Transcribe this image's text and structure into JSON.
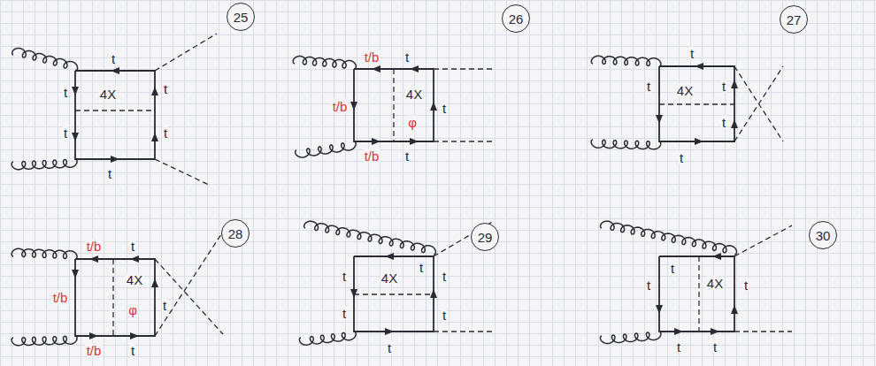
{
  "diagram": {
    "nodes": [
      {
        "text": [
          "25"
        ]
      },
      {
        "text": [
          "26"
        ]
      },
      {
        "text": [
          "27"
        ]
      },
      {
        "text": [
          "28"
        ]
      },
      {
        "text": [
          "29"
        ]
      },
      {
        "text": [
          "30"
        ]
      }
    ],
    "labels": [
      "t",
      "t",
      "t",
      "4X",
      "t",
      "t",
      "t",
      "t/b",
      "t",
      "t/b",
      "4X",
      "φ",
      "t",
      "t/b",
      "t",
      "t",
      "t",
      "4X",
      "t",
      "t",
      "t",
      "t/b",
      "t",
      "t/b",
      "4X",
      "φ",
      "t",
      "t/b",
      "t",
      "t",
      "t",
      "t",
      "4X",
      "t",
      "t",
      "t",
      "t",
      "t",
      "4X",
      "t",
      "t",
      "t"
    ]
  }
}
